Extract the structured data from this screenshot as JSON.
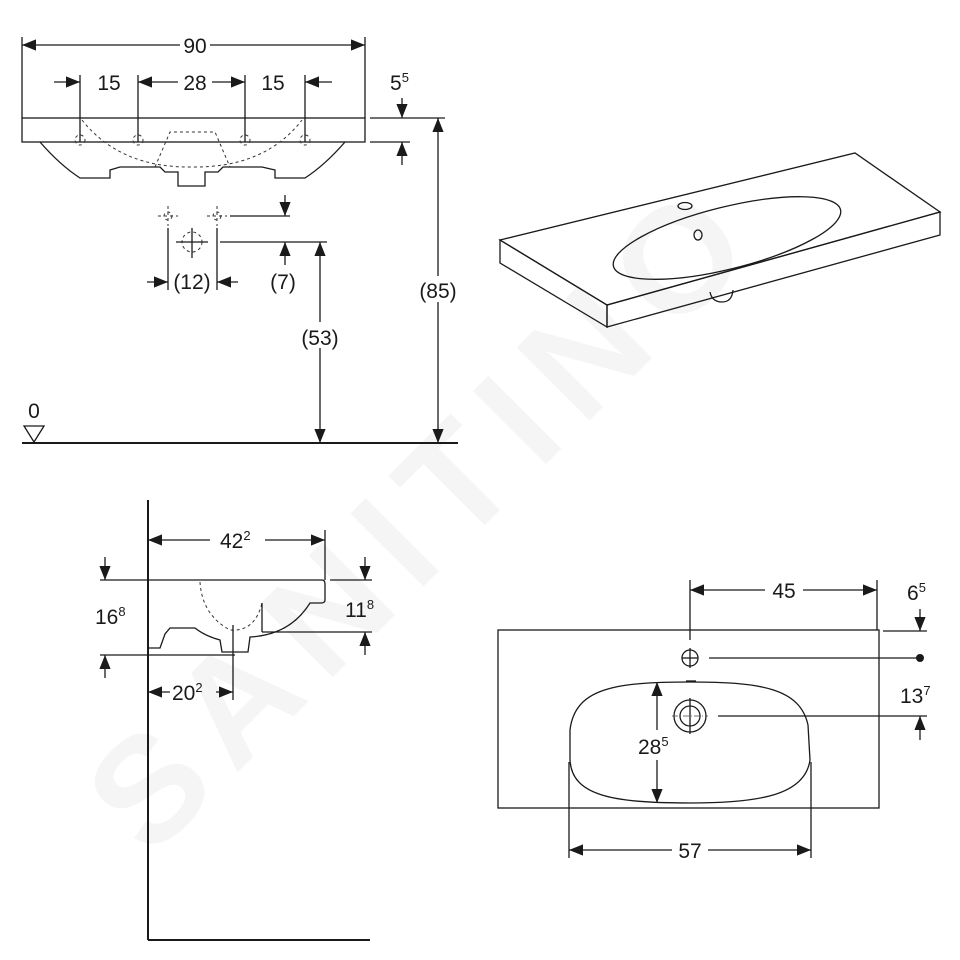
{
  "watermark": "SANITINO",
  "front_view": {
    "width": "90",
    "hole_spacing_left": "15",
    "hole_spacing_middle": "28",
    "hole_spacing_right": "15",
    "slab_thickness": {
      "main": "5",
      "sup": "5"
    },
    "tap_spacing": "(12)",
    "tap_offset": "(7)",
    "drain_height": "(53)",
    "total_height": "(85)",
    "floor_level": "0"
  },
  "side_view": {
    "depth": {
      "main": "42",
      "sup": "2"
    },
    "overall_height": {
      "main": "16",
      "sup": "8"
    },
    "bowl_height": {
      "main": "11",
      "sup": "8"
    },
    "drain_distance": {
      "main": "20",
      "sup": "2"
    }
  },
  "top_view": {
    "tap_to_edge": "45",
    "tap_from_back": {
      "main": "6",
      "sup": "5"
    },
    "drain_from_tap": {
      "main": "13",
      "sup": "7"
    },
    "bowl_depth": {
      "main": "28",
      "sup": "5"
    },
    "bowl_width": "57"
  }
}
